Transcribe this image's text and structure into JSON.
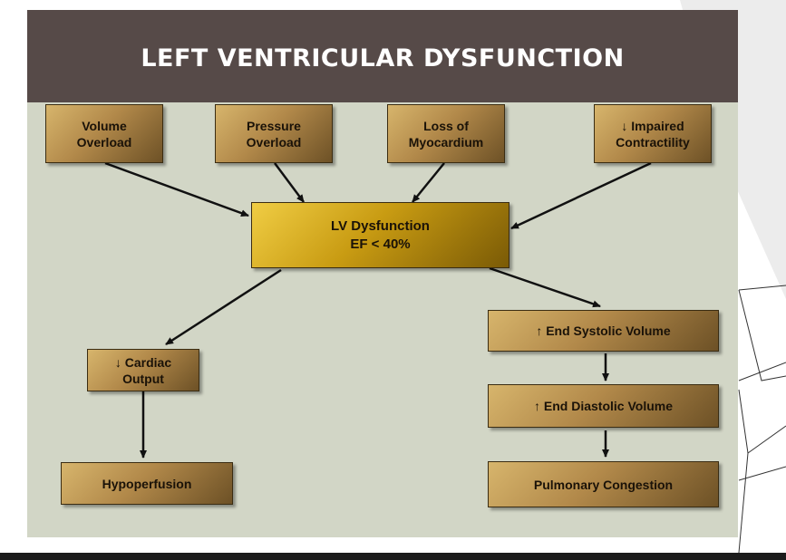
{
  "slide": {
    "title": "LEFT VENTRICULAR DYSFUNCTION"
  },
  "diagram": {
    "causes": [
      {
        "label": "Volume\nOverload"
      },
      {
        "label": "Pressure\nOverload"
      },
      {
        "label": "Loss of\nMyocardium"
      },
      {
        "label": "↓ Impaired\nContractility"
      }
    ],
    "center": {
      "label": "LV Dysfunction\nEF < 40%"
    },
    "left_branch": [
      {
        "label": "↓ Cardiac\nOutput"
      },
      {
        "label": "Hypoperfusion"
      }
    ],
    "right_branch": [
      {
        "label": "↑ End Systolic Volume"
      },
      {
        "label": "↑ End Diastolic Volume"
      },
      {
        "label": "Pulmonary Congestion"
      }
    ]
  },
  "colors": {
    "title_band": "#564a48",
    "slide_background": "#d2d6c6",
    "box_gold": "#b2894a",
    "center_box_gold": "#c89b12"
  }
}
